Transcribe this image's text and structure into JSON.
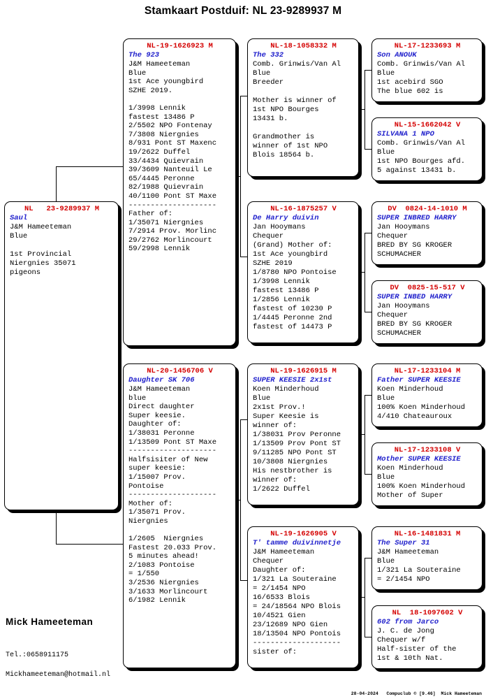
{
  "title": "Stamkaart Postduif: NL  23-9289937 M",
  "subject": {
    "ring": "NL   23-9289937 M",
    "nick": "Saul",
    "body": "J&M Hameeteman\nBlue\n\n1st Provincial\nNiergnies 35071\npigeons"
  },
  "gen1": [
    {
      "id": "sire",
      "ring": "NL-19-1626923 M",
      "nick": "The 923",
      "body": "J&M Hameeteman\nBlue\n1st Ace youngbird\nSZHE 2019.\n\n1/3998 Lennik\nfastest 13486 P\n2/5502 NPO Fontenay\n7/3808 Niergnies\n8/931 Pont ST Maxenc\n19/2622 Duffel\n33/4434 Quievrain\n39/3609 Nanteuil Le\n65/4445 Peronne\n82/1988 Quievrain\n40/1100 Pont ST Maxe\n--------------------\nFather of:\n1/35071 Niergnies\n7/2914 Prov. Morlinc\n29/2762 Morlincourt\n59/2998 Lennik"
    },
    {
      "id": "dam",
      "ring": "NL-20-1456706 V",
      "nick": "Daughter SK 706",
      "body": "J&M Hameeteman\nblue\nDirect daughter\nSuper keesie.\nDaughter of:\n1/38031 Peronne\n1/13509 Pont ST Maxe\n--------------------\nHalfsisiter of New\nsuper keesie:\n1/15007 Prov.\nPontoise\n--------------------\nMother of:\n1/35071 Prov.\nNiergnies\n\n1/2605  Niergnies\nFastest 20.033 Prov.\n5 minutes ahead!\n2/1083 Pontoise\n= 1/550\n3/2536 Niergnies\n3/1633 Morlincourt\n6/1982 Lennik"
    }
  ],
  "gen2": [
    {
      "id": "sire-sire",
      "ring": "NL-18-1058332 M",
      "nick": "The 332",
      "body": "Comb. Grinwis/Van Al\nBlue\nBreeder\n\nMother is winner of\n1st NPO Bourges\n13431 b.\n\nGrandmother is\nwinner of 1st NPO\nBlois 18564 b."
    },
    {
      "id": "sire-dam",
      "ring": "NL-16-1875257 V",
      "nick": "De Harry duivin",
      "body": "Jan Hooymans\nChequer\n(Grand) Mother of:\n1st Ace youngbird\nSZHE 2019\n1/8780 NPO Pontoise\n1/3998 Lennik\nfastest 13486 P\n1/2856 Lennik\nfastest of 10230 P\n1/4445 Peronne 2nd\nfastest of 14473 P"
    },
    {
      "id": "dam-sire",
      "ring": "NL-19-1626915 M",
      "nick": "SUPER KEESIE 2x1st",
      "body": "Koen Minderhoud\nBlue\n2x1st Prov.!\nSuper Keesie is\nwinner of:\n1/38031 Prov Peronne\n1/13509 Prov Pont ST\n9/11285 NPO Pont ST\n10/3808 Niergnies\nHis nestbrother is\nwinner of:\n1/2622 Duffel"
    },
    {
      "id": "dam-dam",
      "ring": "NL-19-1626905 V",
      "nick": "T' tamme duivinnetje",
      "body": "J&M Hameeteman\nChequer\nDaughter of:\n1/321 La Souteraine\n= 2/1454 NPO\n16/6533 Blois\n= 24/18564 NPO Blois\n10/4521 Gien\n23/12689 NPO Gien\n18/13504 NPO Pontois\n--------------------\nsister of:"
    }
  ],
  "gen3": [
    {
      "id": "ssf",
      "ring": "NL-17-1233693 M",
      "nick": "Son ANOUK",
      "body": "Comb. Grinwis/Van Al\nBlue\n1st acebird SGO\nThe blue 602 is"
    },
    {
      "id": "ssm",
      "ring": "NL-15-1662042 V",
      "nick": "SILVANA 1 NPO",
      "body": "Comb. Grinwis/Van Al\nBlue\n1st NPO Bourges afd.\n5 against 13431 b."
    },
    {
      "id": "sdf",
      "ring": "DV  0824-14-1010 M",
      "nick": "SUPER INBRED HARRY",
      "body": "Jan Hooymans\nChequer\nBRED BY SG KROGER\nSCHUMACHER"
    },
    {
      "id": "sdm",
      "ring": "DV  0825-15-517 V",
      "nick": "SUPER INBED HARRY",
      "body": "Jan Hooymans\nChequer\nBRED BY SG KROGER\nSCHUMACHER"
    },
    {
      "id": "dsf",
      "ring": "NL-17-1233104 M",
      "nick": "Father SUPER KEESIE",
      "body": "Koen Minderhoud\nBlue\n100% Koen Minderhoud\n4/410 Chateauroux"
    },
    {
      "id": "dsm",
      "ring": "NL-17-1233108 V",
      "nick": "Mother SUPER KEESIE",
      "body": "Koen Minderhoud\nBlue\n100% Koen Minderhoud\nMother of Super"
    },
    {
      "id": "ddf",
      "ring": "NL-16-1481831 M",
      "nick": "The Super 31",
      "body": "J&M Hameeteman\nBlue\n1/321 La Souteraine\n= 2/1454 NPO"
    },
    {
      "id": "ddm",
      "ring": "NL  18-1097602 V",
      "nick": "602 from Jarco",
      "body": "J. C. de Jong\nChequer w/f\nHalf-sister of the\n1st & 10th Nat."
    }
  ],
  "footer": {
    "owner": "Mick Hameeteman",
    "phone": "Tel.:0658911175",
    "email": "Mickhameeteman@hotmail.nl",
    "stamp": "28-04-2024   Compuclub © [9.46]  Mick Hameeteman"
  }
}
